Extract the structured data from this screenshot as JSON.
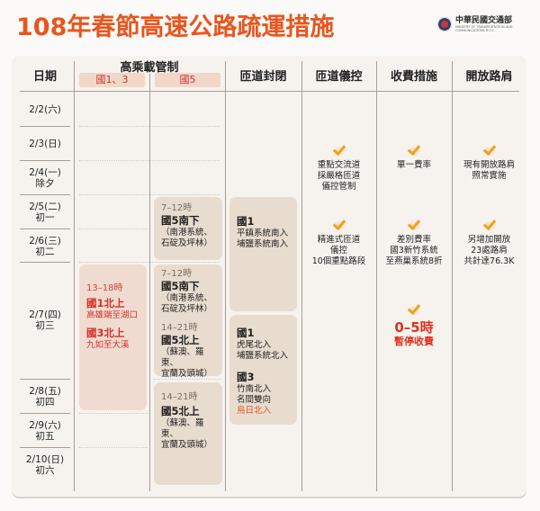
{
  "header": {
    "title": "108年春節高速公路疏運措施",
    "logo": {
      "icon": "ministry-seal-icon",
      "name_cn": "中華民國交通部",
      "name_en_1": "MINISTRY OF TRANSPORTATION AND",
      "name_en_2": "COMMUNICATIONS R.O.C."
    }
  },
  "table": {
    "columns": {
      "date": "日期",
      "hov": "高乘載管制",
      "hov_sub_1": "國1、3",
      "hov_sub_2": "國5",
      "ramp_closure": "匝道封閉",
      "ramp_metering": "匝道儀控",
      "toll": "收費措施",
      "shoulder": "開放路肩"
    },
    "dates": [
      {
        "date": "2/2(六)",
        "lunar": ""
      },
      {
        "date": "2/3(日)",
        "lunar": ""
      },
      {
        "date": "2/4(一)",
        "lunar": "除夕"
      },
      {
        "date": "2/5(二)",
        "lunar": "初一"
      },
      {
        "date": "2/6(三)",
        "lunar": "初二"
      },
      {
        "date": "2/7(四)",
        "lunar": "初三"
      },
      {
        "date": "2/8(五)",
        "lunar": "初四"
      },
      {
        "date": "2/9(六)",
        "lunar": "初五"
      },
      {
        "date": "2/10(日)",
        "lunar": "初六"
      }
    ],
    "hov_n1_3": {
      "time": "13–18時",
      "items": [
        {
          "road": "國1北上",
          "detail": "高雄端至湖口"
        },
        {
          "road": "國3北上",
          "detail": "九如至大溪"
        }
      ]
    },
    "hov_n5": [
      {
        "time": "7–12時",
        "road": "國5南下",
        "detail_1": "（南港系統、",
        "detail_2": "石碇及坪林）"
      },
      {
        "time": "7–12時",
        "road": "國5南下",
        "detail_1": "（南港系統、",
        "detail_2": "石碇及坪林）",
        "time_b": "14–21時",
        "road_b": "國5北上",
        "detail_b1": "（蘇澳、羅東、",
        "detail_b2": "宜蘭及頭城）"
      },
      {
        "time": "14–21時",
        "road": "國5北上",
        "detail_1": "（蘇澳、羅東、",
        "detail_2": "宜蘭及頭城）"
      }
    ],
    "ramp_closure": [
      {
        "road": "國1",
        "lines": [
          "平鎮系統南入",
          "埔鹽系統南入"
        ]
      },
      {
        "road": "國1",
        "lines": [
          "虎尾北入",
          "埔鹽系統北入"
        ],
        "road_b": "國3",
        "lines_b": [
          "竹南北入",
          "名間雙向"
        ],
        "highlight_b": "烏日北入"
      }
    ],
    "ramp_metering": [
      {
        "lines": [
          "重點交流道",
          "採嚴格匝道",
          "儀控管制"
        ]
      },
      {
        "lines": [
          "精進式匝道",
          "儀控",
          "10個重點路段"
        ]
      }
    ],
    "toll": [
      {
        "lines": [
          "單一費率"
        ]
      },
      {
        "lines": [
          "差別費率",
          "國3新竹系統",
          "至燕巢系統8折"
        ]
      },
      {
        "emphasis": "0–5時",
        "emphasis_sub": "暫停收費"
      }
    ],
    "shoulder": [
      {
        "lines": [
          "現有開放路肩",
          "照常實施"
        ]
      },
      {
        "lines": [
          "另增加開放",
          "23處路肩",
          "共計達76.3K"
        ]
      }
    ]
  }
}
